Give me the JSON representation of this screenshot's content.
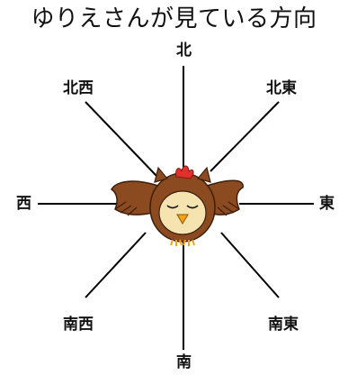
{
  "title": "ゆりえさんが見ている方向",
  "directions": {
    "n": "北",
    "ne": "北東",
    "e": "東",
    "se": "南東",
    "s": "南",
    "sw": "南西",
    "w": "西",
    "nw": "北西"
  },
  "colors": {
    "line": "#000000",
    "owl_body": "#8b4a20",
    "owl_face": "#f5e3b0",
    "owl_comb": "#e0312d",
    "owl_beak": "#f2a31b"
  }
}
